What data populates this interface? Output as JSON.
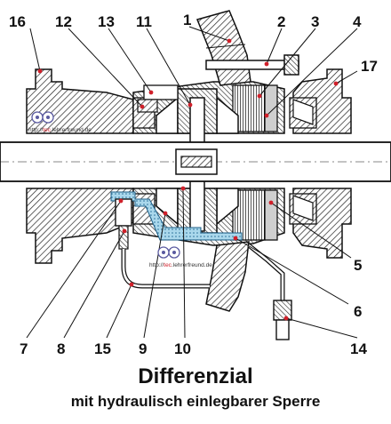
{
  "title": "Differenzial",
  "subtitle": "mit hydraulisch einlegbarer Sperre",
  "watermark": {
    "prefix": "http://",
    "highlight": "tec",
    "suffix": ".lehrerfreund.de"
  },
  "labels": [
    "1",
    "2",
    "3",
    "4",
    "5",
    "6",
    "7",
    "8",
    "9",
    "10",
    "11",
    "12",
    "13",
    "14",
    "15",
    "16",
    "17"
  ],
  "colors": {
    "marker": "#d0202a",
    "oil_channel": "#a9d8ec",
    "hatch": "#222222"
  }
}
